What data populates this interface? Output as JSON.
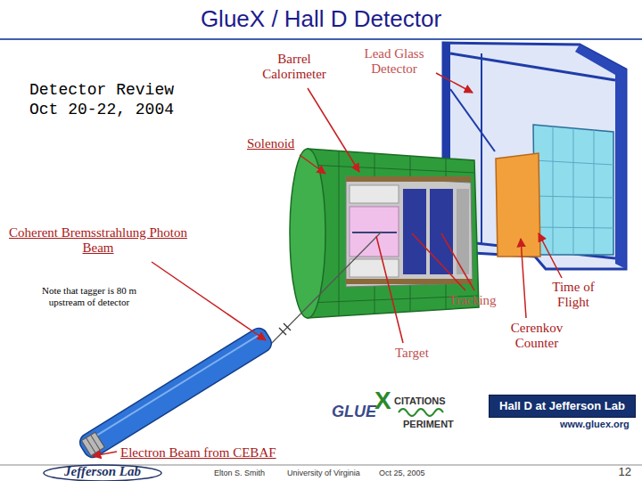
{
  "diagram": {
    "title": "GlueX / Hall D Detector",
    "nodes": [
      {
        "text": [
          "Detector Review Oct 20-22, 2004"
        ]
      },
      {
        "text": [
          "Hall D at Jefferson Lab"
        ]
      }
    ],
    "labels": [
      "Barrel Calorimeter",
      "Lead Glass Detector",
      "Solenoid",
      "Coherent Bremsstrahlung Photon Beam",
      "Note that tagger is 80 m upstream of detector",
      "Tracking",
      "Time of Flight",
      "Cerenkov Counter",
      "Target",
      "GLUE",
      "X",
      "CITATIONS",
      "PERIMENT",
      "www.gluex.org",
      "Electron Beam from CEBAF",
      "Jefferson Lab",
      "Elton S. Smith",
      "University of Virginia",
      "Oct 25, 2005",
      "12"
    ]
  }
}
